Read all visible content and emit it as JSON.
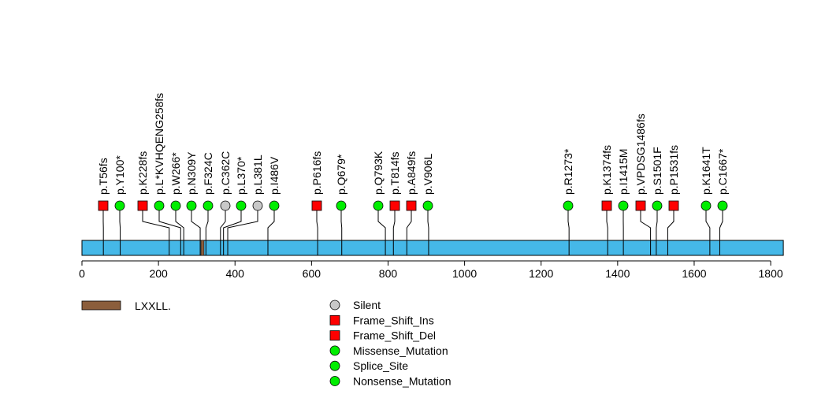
{
  "chart_data": {
    "type": "lollipop",
    "protein_length": 1833,
    "xlim": [
      0,
      1833
    ],
    "x_ticks": [
      0,
      200,
      400,
      600,
      800,
      1000,
      1200,
      1400,
      1600,
      1800
    ],
    "domains": [
      {
        "name": "LXXLL.",
        "start": 311,
        "end": 319,
        "color": "#8B5E3C"
      }
    ],
    "backbone_color": "#45B8E8",
    "mutations": [
      {
        "label": "p.T56fs",
        "pos": 56,
        "type": "Frame_Shift"
      },
      {
        "label": "p.Y100*",
        "pos": 100,
        "type": "Point"
      },
      {
        "label": "p.K228fs",
        "pos": 228,
        "type": "Frame_Shift"
      },
      {
        "label": "p.L*KVHQENG258fs",
        "pos": 258,
        "type": "Point"
      },
      {
        "label": "p.W266*",
        "pos": 266,
        "type": "Point"
      },
      {
        "label": "p.N309Y",
        "pos": 309,
        "type": "Point"
      },
      {
        "label": "p.F324C",
        "pos": 324,
        "type": "Point"
      },
      {
        "label": "p.C362C",
        "pos": 362,
        "type": "Silent"
      },
      {
        "label": "p.L370*",
        "pos": 370,
        "type": "Point"
      },
      {
        "label": "p.L381L",
        "pos": 381,
        "type": "Silent"
      },
      {
        "label": "p.I486V",
        "pos": 486,
        "type": "Point"
      },
      {
        "label": "p.P616fs",
        "pos": 616,
        "type": "Frame_Shift"
      },
      {
        "label": "p.Q679*",
        "pos": 679,
        "type": "Point"
      },
      {
        "label": "p.Q793K",
        "pos": 793,
        "type": "Point"
      },
      {
        "label": "p.T814fs",
        "pos": 814,
        "type": "Frame_Shift"
      },
      {
        "label": "p.A849fs",
        "pos": 849,
        "type": "Frame_Shift"
      },
      {
        "label": "p.V906L",
        "pos": 906,
        "type": "Point"
      },
      {
        "label": "p.R1273*",
        "pos": 1273,
        "type": "Point"
      },
      {
        "label": "p.K1374fs",
        "pos": 1374,
        "type": "Frame_Shift"
      },
      {
        "label": "p.I1415M",
        "pos": 1415,
        "type": "Point"
      },
      {
        "label": "p.VPDSG1486fs",
        "pos": 1486,
        "type": "Frame_Shift"
      },
      {
        "label": "p.S1501F",
        "pos": 1501,
        "type": "Point"
      },
      {
        "label": "p.P1531fs",
        "pos": 1531,
        "type": "Frame_Shift"
      },
      {
        "label": "p.K1641T",
        "pos": 1641,
        "type": "Point"
      },
      {
        "label": "p.C1667*",
        "pos": 1667,
        "type": "Point"
      }
    ],
    "colors": {
      "Silent": "#C8C8C8",
      "Frame_Shift": "#FF0000",
      "Point": "#00EE00"
    },
    "legend": [
      {
        "label": "Silent",
        "shape": "circle",
        "color": "#C8C8C8"
      },
      {
        "label": "Frame_Shift_Ins",
        "shape": "square",
        "color": "#FF0000"
      },
      {
        "label": "Frame_Shift_Del",
        "shape": "square",
        "color": "#FF0000"
      },
      {
        "label": "Missense_Mutation",
        "shape": "circle",
        "color": "#00EE00"
      },
      {
        "label": "Splice_Site",
        "shape": "circle",
        "color": "#00EE00"
      },
      {
        "label": "Nonsense_Mutation",
        "shape": "circle",
        "color": "#00EE00"
      }
    ]
  }
}
